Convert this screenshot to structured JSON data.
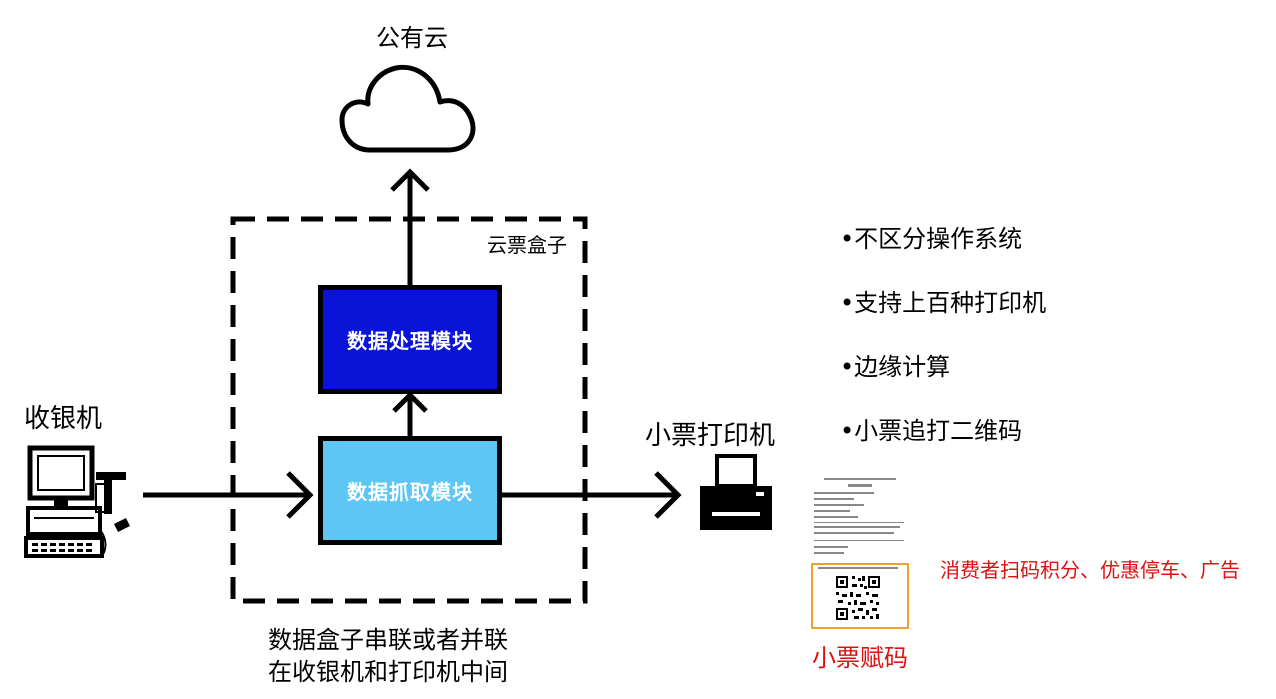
{
  "labels": {
    "cloud": "公有云",
    "box": "云票盒子",
    "pos": "收银机",
    "printer": "小票打印机",
    "module_process": "数据处理模块",
    "module_capture": "数据抓取模块",
    "promo": "消费者扫码积分、优惠停车、广告",
    "ticket_code": "小票赋码"
  },
  "features": [
    "•不区分操作系统",
    "•支持上百种打印机",
    "•边缘计算",
    "•小票追打二维码"
  ],
  "caption": {
    "line1": "数据盒子串联或者并联",
    "line2": "在收银机和打印机中间"
  },
  "colors": {
    "process_fill": "#0a14d8",
    "capture_fill": "#5ec6f5",
    "accent_red": "#e01010",
    "qr_frame": "#f0a030"
  }
}
